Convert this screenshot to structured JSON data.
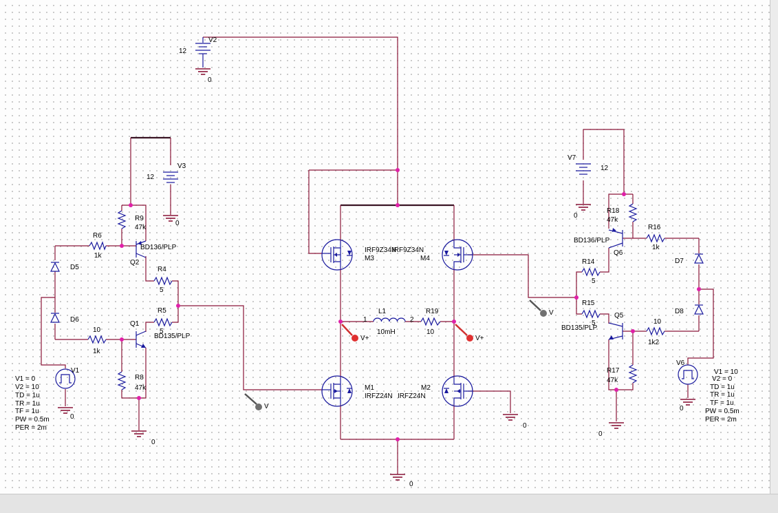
{
  "components": {
    "V2": {
      "ref": "V2",
      "value": "12",
      "gnd": "0"
    },
    "V3": {
      "ref": "V3",
      "value": "12",
      "gnd": "0"
    },
    "V7": {
      "ref": "V7",
      "value": "12",
      "gnd": "0"
    },
    "R9": {
      "ref": "R9",
      "value": "47k"
    },
    "R6": {
      "ref": "R6",
      "value": "1k"
    },
    "R4": {
      "ref": "R4",
      "value": "5"
    },
    "R5": {
      "ref": "R5",
      "value": "5"
    },
    "R10": {
      "ref": "10",
      "value": "1k"
    },
    "R8": {
      "ref": "R8",
      "value": "47k"
    },
    "Q2": {
      "ref": "Q2",
      "model": "BD136/PLP"
    },
    "Q1": {
      "ref": "Q1",
      "model": "BD135/PLP"
    },
    "D5": {
      "ref": "D5"
    },
    "D6": {
      "ref": "D6"
    },
    "V1": {
      "ref": "V1",
      "params": [
        "V1 = 0",
        "V2 = 10",
        "TD = 1u",
        "TR = 1u",
        "TF = 1u",
        "PW = 0.5m",
        "PER = 2m"
      ],
      "gnd": "0"
    },
    "M3": {
      "ref": "M3",
      "model": "IRF9Z34N"
    },
    "M4": {
      "ref": "M4",
      "model": "IRF9Z34N"
    },
    "M1": {
      "ref": "M1",
      "model": "IRFZ24N"
    },
    "M2": {
      "ref": "M2",
      "model": "IRFZ24N"
    },
    "L1": {
      "ref": "L1",
      "value": "10mH",
      "pin1": "1",
      "pin2": "2"
    },
    "R19": {
      "ref": "R19",
      "value": "10"
    },
    "R18": {
      "ref": "R18",
      "value": "47k"
    },
    "R16": {
      "ref": "R16",
      "value": "1k"
    },
    "R14": {
      "ref": "R14",
      "value": "5"
    },
    "R15": {
      "ref": "R15",
      "value": "5"
    },
    "R1k2": {
      "ref": "10",
      "value": "1k2"
    },
    "R17": {
      "ref": "R17",
      "value": "47k"
    },
    "Q6": {
      "ref": "Q6",
      "model": "BD136/PLP"
    },
    "Q5": {
      "ref": "Q5",
      "model": "BD135/PLP"
    },
    "D7": {
      "ref": "D7"
    },
    "D8": {
      "ref": "D8"
    },
    "V6": {
      "ref": "V6",
      "params": [
        "V1 = 10",
        "V2 = 0",
        "TD = 1u",
        "TR = 1u",
        "TF = 1u",
        "PW = 0.5m",
        "PER = 2m"
      ],
      "gnd": "0"
    }
  },
  "grounds": {
    "left": "0",
    "m2": "0",
    "center": "0",
    "right": "0"
  },
  "probes": {
    "voltage": "V",
    "differential": "V+"
  },
  "colors": {
    "wire": "#8a1538",
    "symbol": "#1a1a9e",
    "junction": "#e020a8",
    "probe_red": "#e03030",
    "probe_gray": "#707070"
  }
}
